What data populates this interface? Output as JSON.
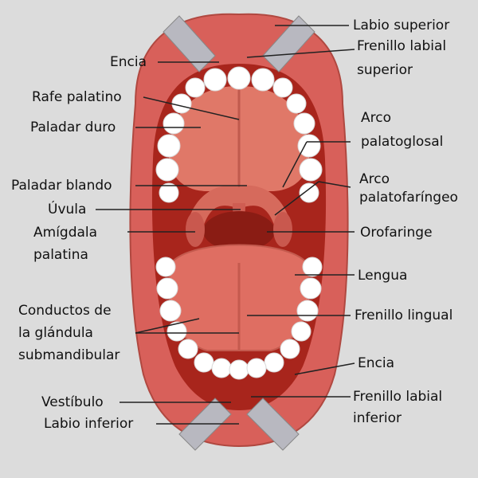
{
  "colors": {
    "background": "#dcdcdc",
    "lip": "#d8605a",
    "cavity": "#a8251c",
    "palate": "#e07868",
    "tongue": "#df6e62",
    "teeth": "#ffffff",
    "leader_line": "#222222"
  },
  "labels": {
    "labio_superior": "Labio superior",
    "frenillo_labial_superior_1": "Frenillo labial",
    "frenillo_labial_superior_2": "superior",
    "encia_superior": "Encia",
    "rafe_palatino": "Rafe palatino",
    "paladar_duro": "Paladar duro",
    "arco_palatoglosal_1": "Arco",
    "arco_palatoglosal_2": "palatoglosal",
    "arco_palatofaringeo_1": "Arco",
    "arco_palatofaringeo_2": "palatofaríngeo",
    "paladar_blando": "Paladar blando",
    "uvula": "Úvula",
    "amigdala_1": "Amígdala",
    "amigdala_2": "palatina",
    "orofaringe": "Orofaringe",
    "lengua": "Lengua",
    "conductos_1": "Conductos de",
    "conductos_2": "la glándula",
    "conductos_3": "submandibular",
    "frenillo_lingual": "Frenillo lingual",
    "encia_inferior": "Encia",
    "vestibulo": "Vestíbulo",
    "frenillo_labial_inferior_1": "Frenillo labial",
    "frenillo_labial_inferior_2": "inferior",
    "labio_inferior": "Labio inferior"
  }
}
